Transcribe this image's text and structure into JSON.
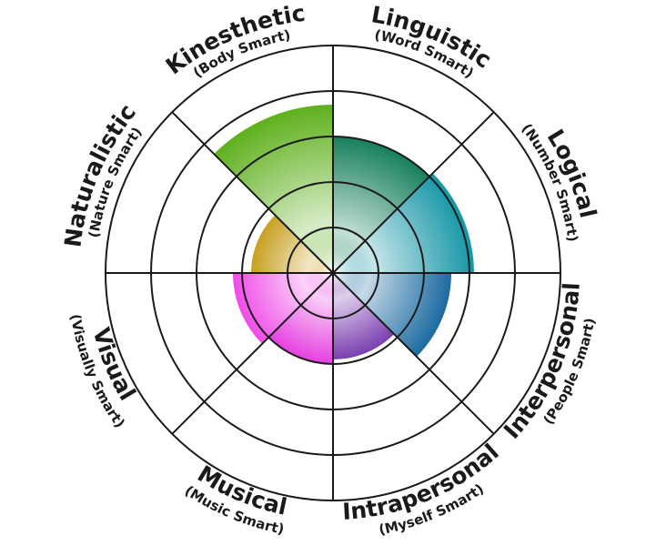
{
  "chart_data": {
    "type": "polar-area",
    "ring_max": 5,
    "categories": [
      {
        "name": "Linguistic",
        "subtitle": "(Word Smart)",
        "value": 3.0,
        "color": "#17805e"
      },
      {
        "name": "Logical",
        "subtitle": "(Number Smart)",
        "value": 3.1,
        "color": "#1596a6"
      },
      {
        "name": "Interpersonal",
        "subtitle": "(People Smart)",
        "value": 2.6,
        "color": "#1b6aa0"
      },
      {
        "name": "Intrapersonal",
        "subtitle": "(Myself Smart)",
        "value": 1.9,
        "color": "#7a3fb0"
      },
      {
        "name": "Musical",
        "subtitle": "(Music Smart)",
        "value": 2.0,
        "color": "#e640e0"
      },
      {
        "name": "Visual",
        "subtitle": "(Visually Smart)",
        "value": 2.2,
        "color": "#f04ce8"
      },
      {
        "name": "Naturalistic",
        "subtitle": "(Nature Smart)",
        "value": 1.8,
        "color": "#c8a020"
      },
      {
        "name": "Kinesthetic",
        "subtitle": "(Body Smart)",
        "value": 3.7,
        "color": "#5fb01d"
      }
    ]
  }
}
